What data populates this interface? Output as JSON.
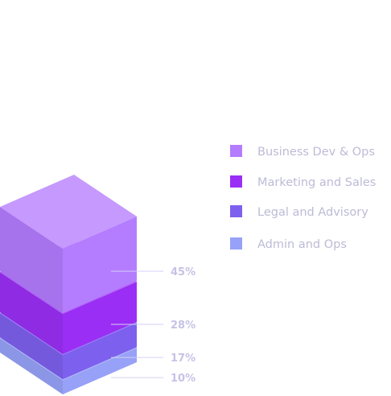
{
  "chart_data": {
    "type": "stacked-3d-block",
    "series": [
      {
        "name": "Business Dev & Ops",
        "value": 45,
        "label": "45%",
        "color": "#b47cfe"
      },
      {
        "name": "Marketing and Sales",
        "value": 28,
        "label": "28%",
        "color": "#9b2ef5"
      },
      {
        "name": "Legal and Advisory",
        "value": 17,
        "label": "17%",
        "color": "#7d60ee"
      },
      {
        "name": "Admin and Ops",
        "value": 10,
        "label": "10%",
        "color": "#97a1f7"
      }
    ],
    "legend_position": "right"
  }
}
